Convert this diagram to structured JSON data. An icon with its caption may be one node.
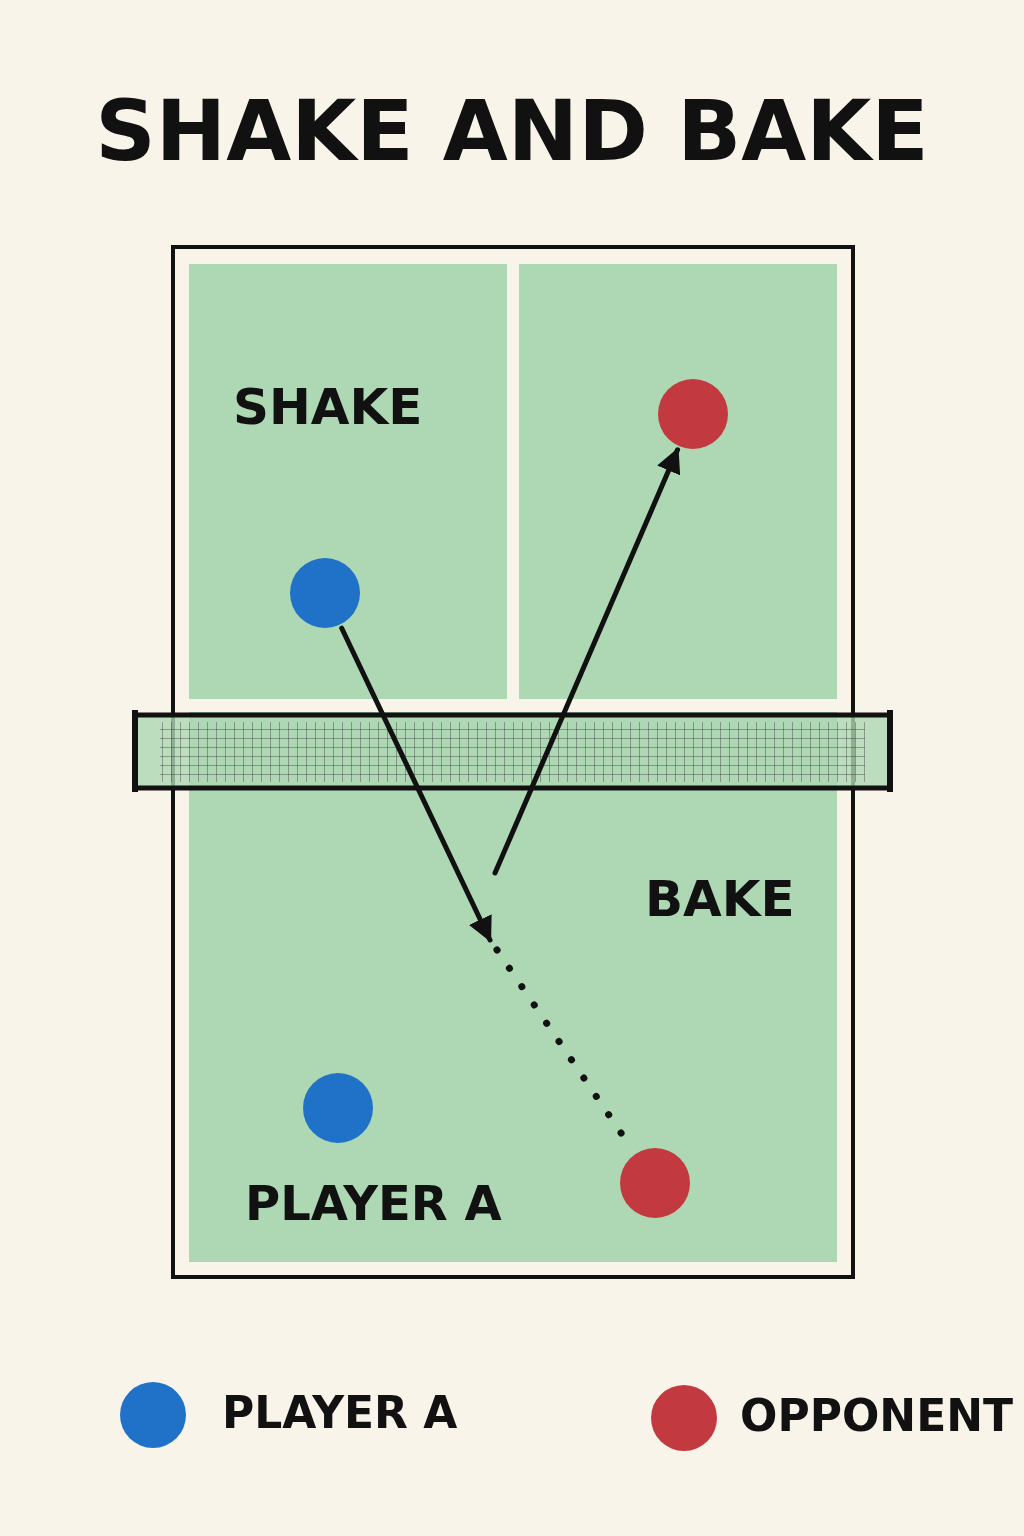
{
  "diagram": {
    "title": "SHAKE AND BAKE",
    "nodes": [
      {
        "text": [],
        "shape": "circle"
      },
      {
        "text": [],
        "shape": "circle"
      },
      {
        "text": [],
        "shape": "circle",
        "beside": [
          "PLAYER A"
        ]
      },
      {
        "text": [],
        "shape": "circle"
      }
    ],
    "edges": [
      {
        "from": 0,
        "to": null,
        "arrow": "to"
      },
      {
        "from": null,
        "to": 1,
        "arrow": "to"
      },
      {
        "from": null,
        "to": 3,
        "arrow": "none",
        "style": "dashed"
      }
    ],
    "labels": [
      "SHAKE",
      "BAKE"
    ],
    "legend": [
      {
        "text": "PLAYER A",
        "color": "#1f72c8"
      },
      {
        "text": "OPPONENT",
        "color": "#c2393f"
      }
    ]
  }
}
